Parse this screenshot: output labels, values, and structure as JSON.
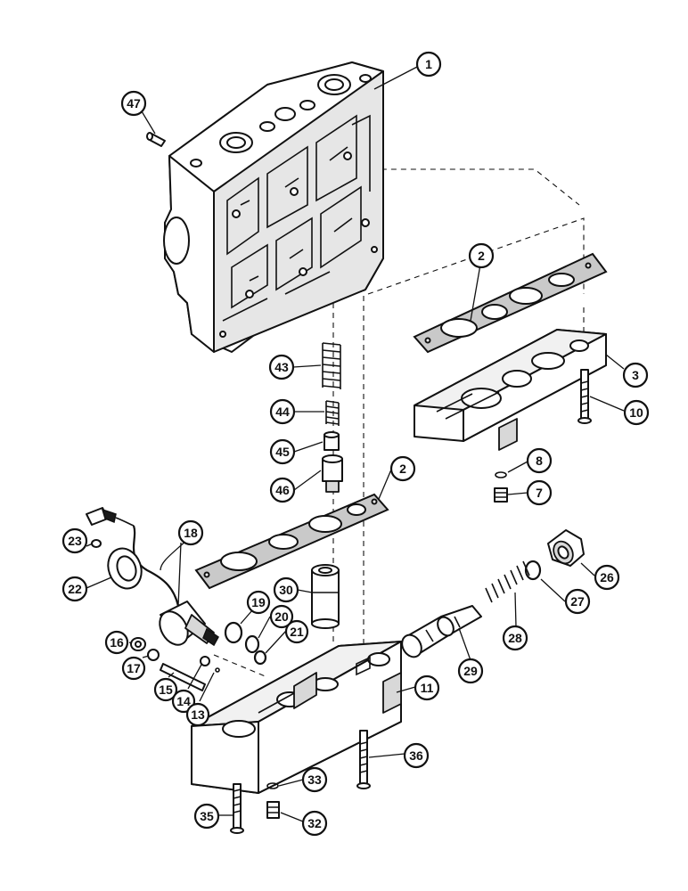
{
  "callouts": [
    {
      "id": "c1",
      "label": "1"
    },
    {
      "id": "c47",
      "label": "47"
    },
    {
      "id": "c2a",
      "label": "2"
    },
    {
      "id": "c3",
      "label": "3"
    },
    {
      "id": "c10",
      "label": "10"
    },
    {
      "id": "c43",
      "label": "43"
    },
    {
      "id": "c44",
      "label": "44"
    },
    {
      "id": "c45",
      "label": "45"
    },
    {
      "id": "c46",
      "label": "46"
    },
    {
      "id": "c8",
      "label": "8"
    },
    {
      "id": "c7",
      "label": "7"
    },
    {
      "id": "c2b",
      "label": "2"
    },
    {
      "id": "c18",
      "label": "18"
    },
    {
      "id": "c23",
      "label": "23"
    },
    {
      "id": "c22",
      "label": "22"
    },
    {
      "id": "c30",
      "label": "30"
    },
    {
      "id": "c26",
      "label": "26"
    },
    {
      "id": "c27",
      "label": "27"
    },
    {
      "id": "c28",
      "label": "28"
    },
    {
      "id": "c29",
      "label": "29"
    },
    {
      "id": "c19",
      "label": "19"
    },
    {
      "id": "c20",
      "label": "20"
    },
    {
      "id": "c21",
      "label": "21"
    },
    {
      "id": "c16",
      "label": "16"
    },
    {
      "id": "c17",
      "label": "17"
    },
    {
      "id": "c15",
      "label": "15"
    },
    {
      "id": "c14",
      "label": "14"
    },
    {
      "id": "c13",
      "label": "13"
    },
    {
      "id": "c11",
      "label": "11"
    },
    {
      "id": "c36",
      "label": "36"
    },
    {
      "id": "c33",
      "label": "33"
    },
    {
      "id": "c35",
      "label": "35"
    },
    {
      "id": "c32",
      "label": "32"
    }
  ]
}
